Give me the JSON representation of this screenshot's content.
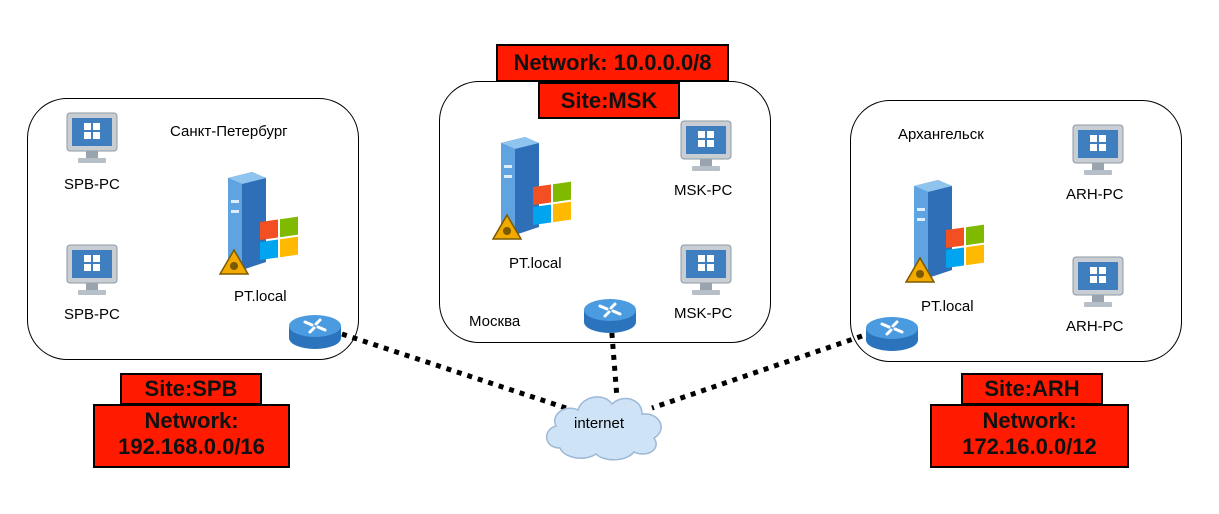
{
  "sites": {
    "spb": {
      "city": "Санкт-Петербург",
      "site_tag": "Site:SPB",
      "network_tag_line1": "Network:",
      "network_tag_line2": "192.168.0.0/16",
      "pc1": "SPB-PC",
      "pc2": "SPB-PC",
      "server": "PT.local"
    },
    "msk": {
      "city": "Москва",
      "network_tag": "Network: 10.0.0.0/8",
      "site_tag": "Site:MSK",
      "pc1": "MSK-PC",
      "pc2": "MSK-PC",
      "server": "PT.local"
    },
    "arh": {
      "city": "Архангельск",
      "site_tag": "Site:ARH",
      "network_tag_line1": "Network:",
      "network_tag_line2": "172.16.0.0/12",
      "pc1": "ARH-PC",
      "pc2": "ARH-PC",
      "server": "PT.local"
    }
  },
  "cloud": {
    "label": "internet"
  },
  "colors": {
    "tag_fill": "#ff1a00",
    "router": "#3d8fd6",
    "pc_screen": "#3f7fbf",
    "pc_body": "#c8ced4",
    "link": "#000000"
  },
  "icons": [
    "windows-pc-icon",
    "windows-server-icon",
    "router-icon",
    "cloud-icon"
  ]
}
